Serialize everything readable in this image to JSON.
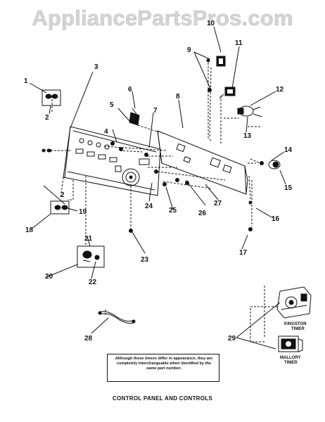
{
  "watermark": "AppliancePartsPros.com",
  "callouts": {
    "c1": "1",
    "c2a": "2",
    "c2b": "2",
    "c3": "3",
    "c4": "4",
    "c5": "5",
    "c6": "6",
    "c7": "7",
    "c8": "8",
    "c9": "9",
    "c10": "10",
    "c11": "11",
    "c12": "12",
    "c13": "13",
    "c14": "14",
    "c15": "15",
    "c16": "16",
    "c17": "17",
    "c18": "18",
    "c19": "19",
    "c20": "20",
    "c21": "21",
    "c22": "22",
    "c23": "23",
    "c24": "24",
    "c25": "25",
    "c26": "26",
    "c27": "27",
    "c28": "28",
    "c29": "29"
  },
  "timer_labels": {
    "kingston_line1": "KINGSTON",
    "kingston_line2": "TIMER",
    "mallory_line1": "MALLORY",
    "mallory_line2": "TIMER"
  },
  "note": "Although these timers differ in appearance, they are completely interchangeable when identified by the same part number.",
  "caption": "CONTROL PANEL AND CONTROLS",
  "colors": {
    "ink": "#111111",
    "watermark": "#d4d4d4",
    "background": "#ffffff"
  }
}
